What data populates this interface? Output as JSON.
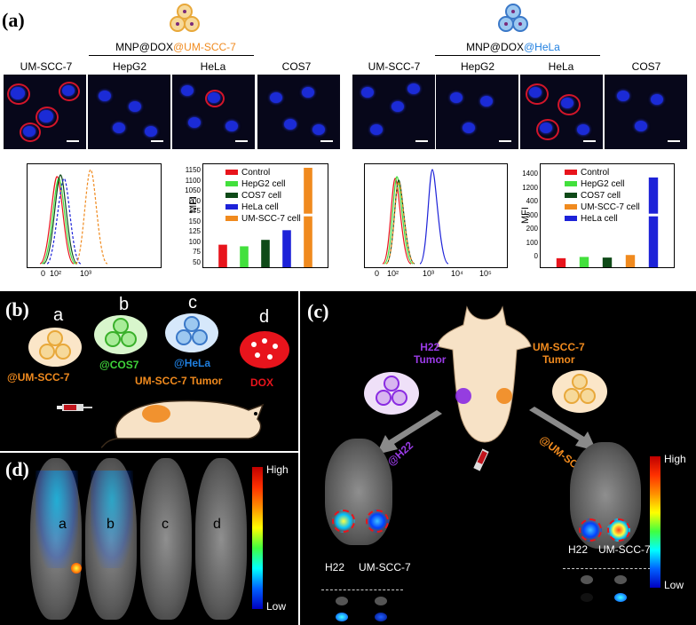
{
  "panel_a": {
    "label": "(a)",
    "left": {
      "group_label_prefix": "MNP@DOX",
      "group_label_suffix": "@UM-SCC-7",
      "cell_headers": [
        "UM-SCC-7",
        "HepG2",
        "HeLa",
        "COS7"
      ],
      "hist_ticks": [
        "0",
        "10²",
        "10³"
      ],
      "bar": {
        "ylabel": "MFI",
        "yticks": [
          "50",
          "75",
          "100",
          "125",
          "150",
          "175",
          "200",
          "1050",
          "1100",
          "1150"
        ],
        "legend": [
          "Control",
          "HepG2 cell",
          "COS7 cell",
          "HeLa cell",
          "UM-SCC-7 cell"
        ]
      }
    },
    "right": {
      "group_label_prefix": "MNP@DOX",
      "group_label_suffix": "@HeLa",
      "cell_headers": [
        "UM-SCC-7",
        "HepG2",
        "HeLa",
        "COS7"
      ],
      "hist_ticks": [
        "0",
        "10²",
        "10³",
        "10⁴",
        "10⁵"
      ],
      "bar": {
        "ylabel": "MFI",
        "yticks": [
          "0",
          "100",
          "200",
          "300",
          "400",
          "1200",
          "1400"
        ],
        "legend": [
          "Control",
          "HepG2 cell",
          "COS7 cell",
          "UM-SCC-7 cell",
          "HeLa cell"
        ]
      }
    }
  },
  "panel_b": {
    "label": "(b)",
    "groups": [
      {
        "letter": "a",
        "name": "@UM-SCC-7"
      },
      {
        "letter": "b",
        "name": "@COS7"
      },
      {
        "letter": "c",
        "name": "@HeLa"
      },
      {
        "letter": "d",
        "name": "DOX"
      }
    ],
    "tumor_label": "UM-SCC-7 Tumor"
  },
  "panel_c": {
    "label": "(c)",
    "tumor_left": "H22\nTumor",
    "tumor_right": "UM-SCC-7\nTumor",
    "arrow_left": "@H22",
    "arrow_right": "@UM-SCC-7",
    "left_tumors": [
      "H22",
      "UM-SCC-7"
    ],
    "right_tumors": [
      "H22",
      "UM-SCC-7"
    ],
    "colorbar_high": "High",
    "colorbar_low": "Low"
  },
  "panel_d": {
    "label": "(d)",
    "mice": [
      "a",
      "b",
      "c",
      "d"
    ],
    "colorbar_high": "High",
    "colorbar_low": "Low"
  },
  "colors": {
    "control": "#e8141c",
    "hepg2": "#42e03c",
    "cos7": "#0f4a18",
    "hela": "#1d22d8",
    "umscc7": "#f08a1e",
    "orange_label": "#f08a1e",
    "blue_label": "#1f7fe0"
  },
  "chart_data": [
    {
      "type": "bar",
      "ylabel": "MFI",
      "categories": [
        "Control",
        "HepG2 cell",
        "COS7 cell",
        "HeLa cell",
        "UM-SCC-7 cell"
      ],
      "values": [
        110,
        105,
        125,
        155,
        1150
      ]
    },
    {
      "type": "bar",
      "ylabel": "MFI",
      "categories": [
        "Control",
        "HepG2 cell",
        "COS7 cell",
        "UM-SCC-7 cell",
        "HeLa cell"
      ],
      "values": [
        70,
        80,
        75,
        95,
        1370
      ]
    }
  ]
}
